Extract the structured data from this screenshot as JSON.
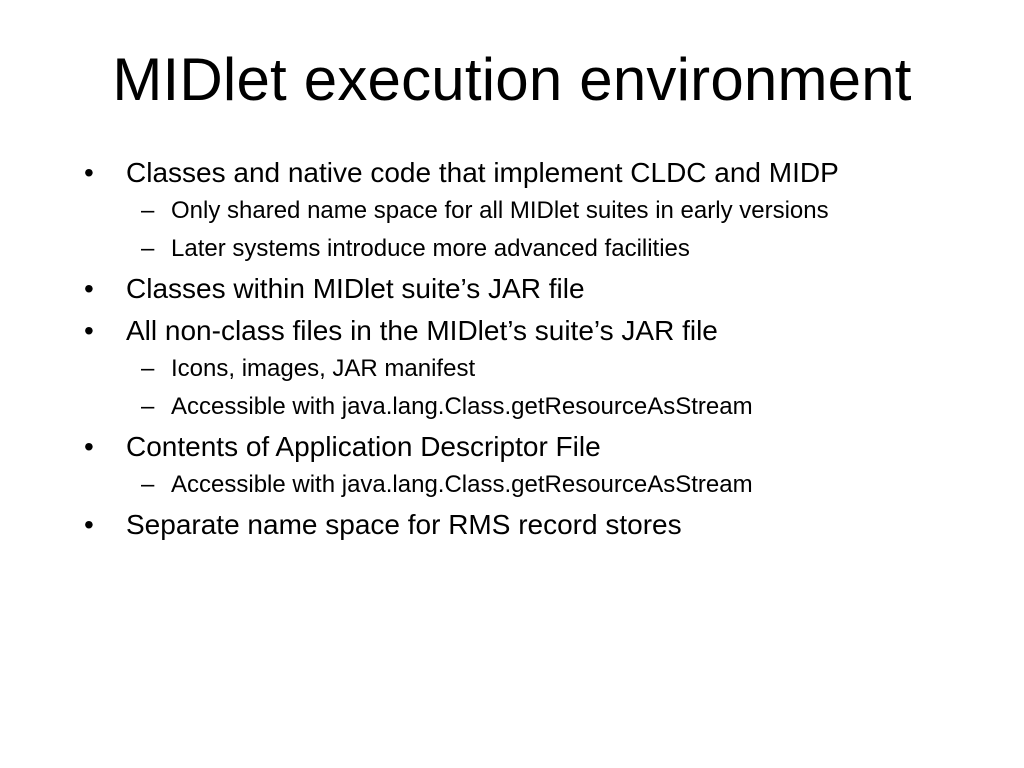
{
  "slide": {
    "title": "MIDlet execution environment",
    "bullet_marker": "•",
    "sub_marker": "–",
    "bullets": [
      {
        "text": "Classes and native code that implement CLDC and MIDP",
        "sub": [
          "Only shared name space for all MIDlet suites in early versions",
          "Later systems introduce more advanced facilities"
        ]
      },
      {
        "text": "Classes within MIDlet suite’s JAR file",
        "sub": []
      },
      {
        "text": "All non-class files in the MIDlet’s suite’s JAR file",
        "sub": [
          "Icons, images, JAR manifest",
          "Accessible with java.lang.Class.getResourceAsStream"
        ]
      },
      {
        "text": "Contents of Application Descriptor File",
        "sub": [
          "Accessible with java.lang.Class.getResourceAsStream"
        ]
      },
      {
        "text": "Separate name space for RMS record stores",
        "sub": []
      }
    ]
  }
}
